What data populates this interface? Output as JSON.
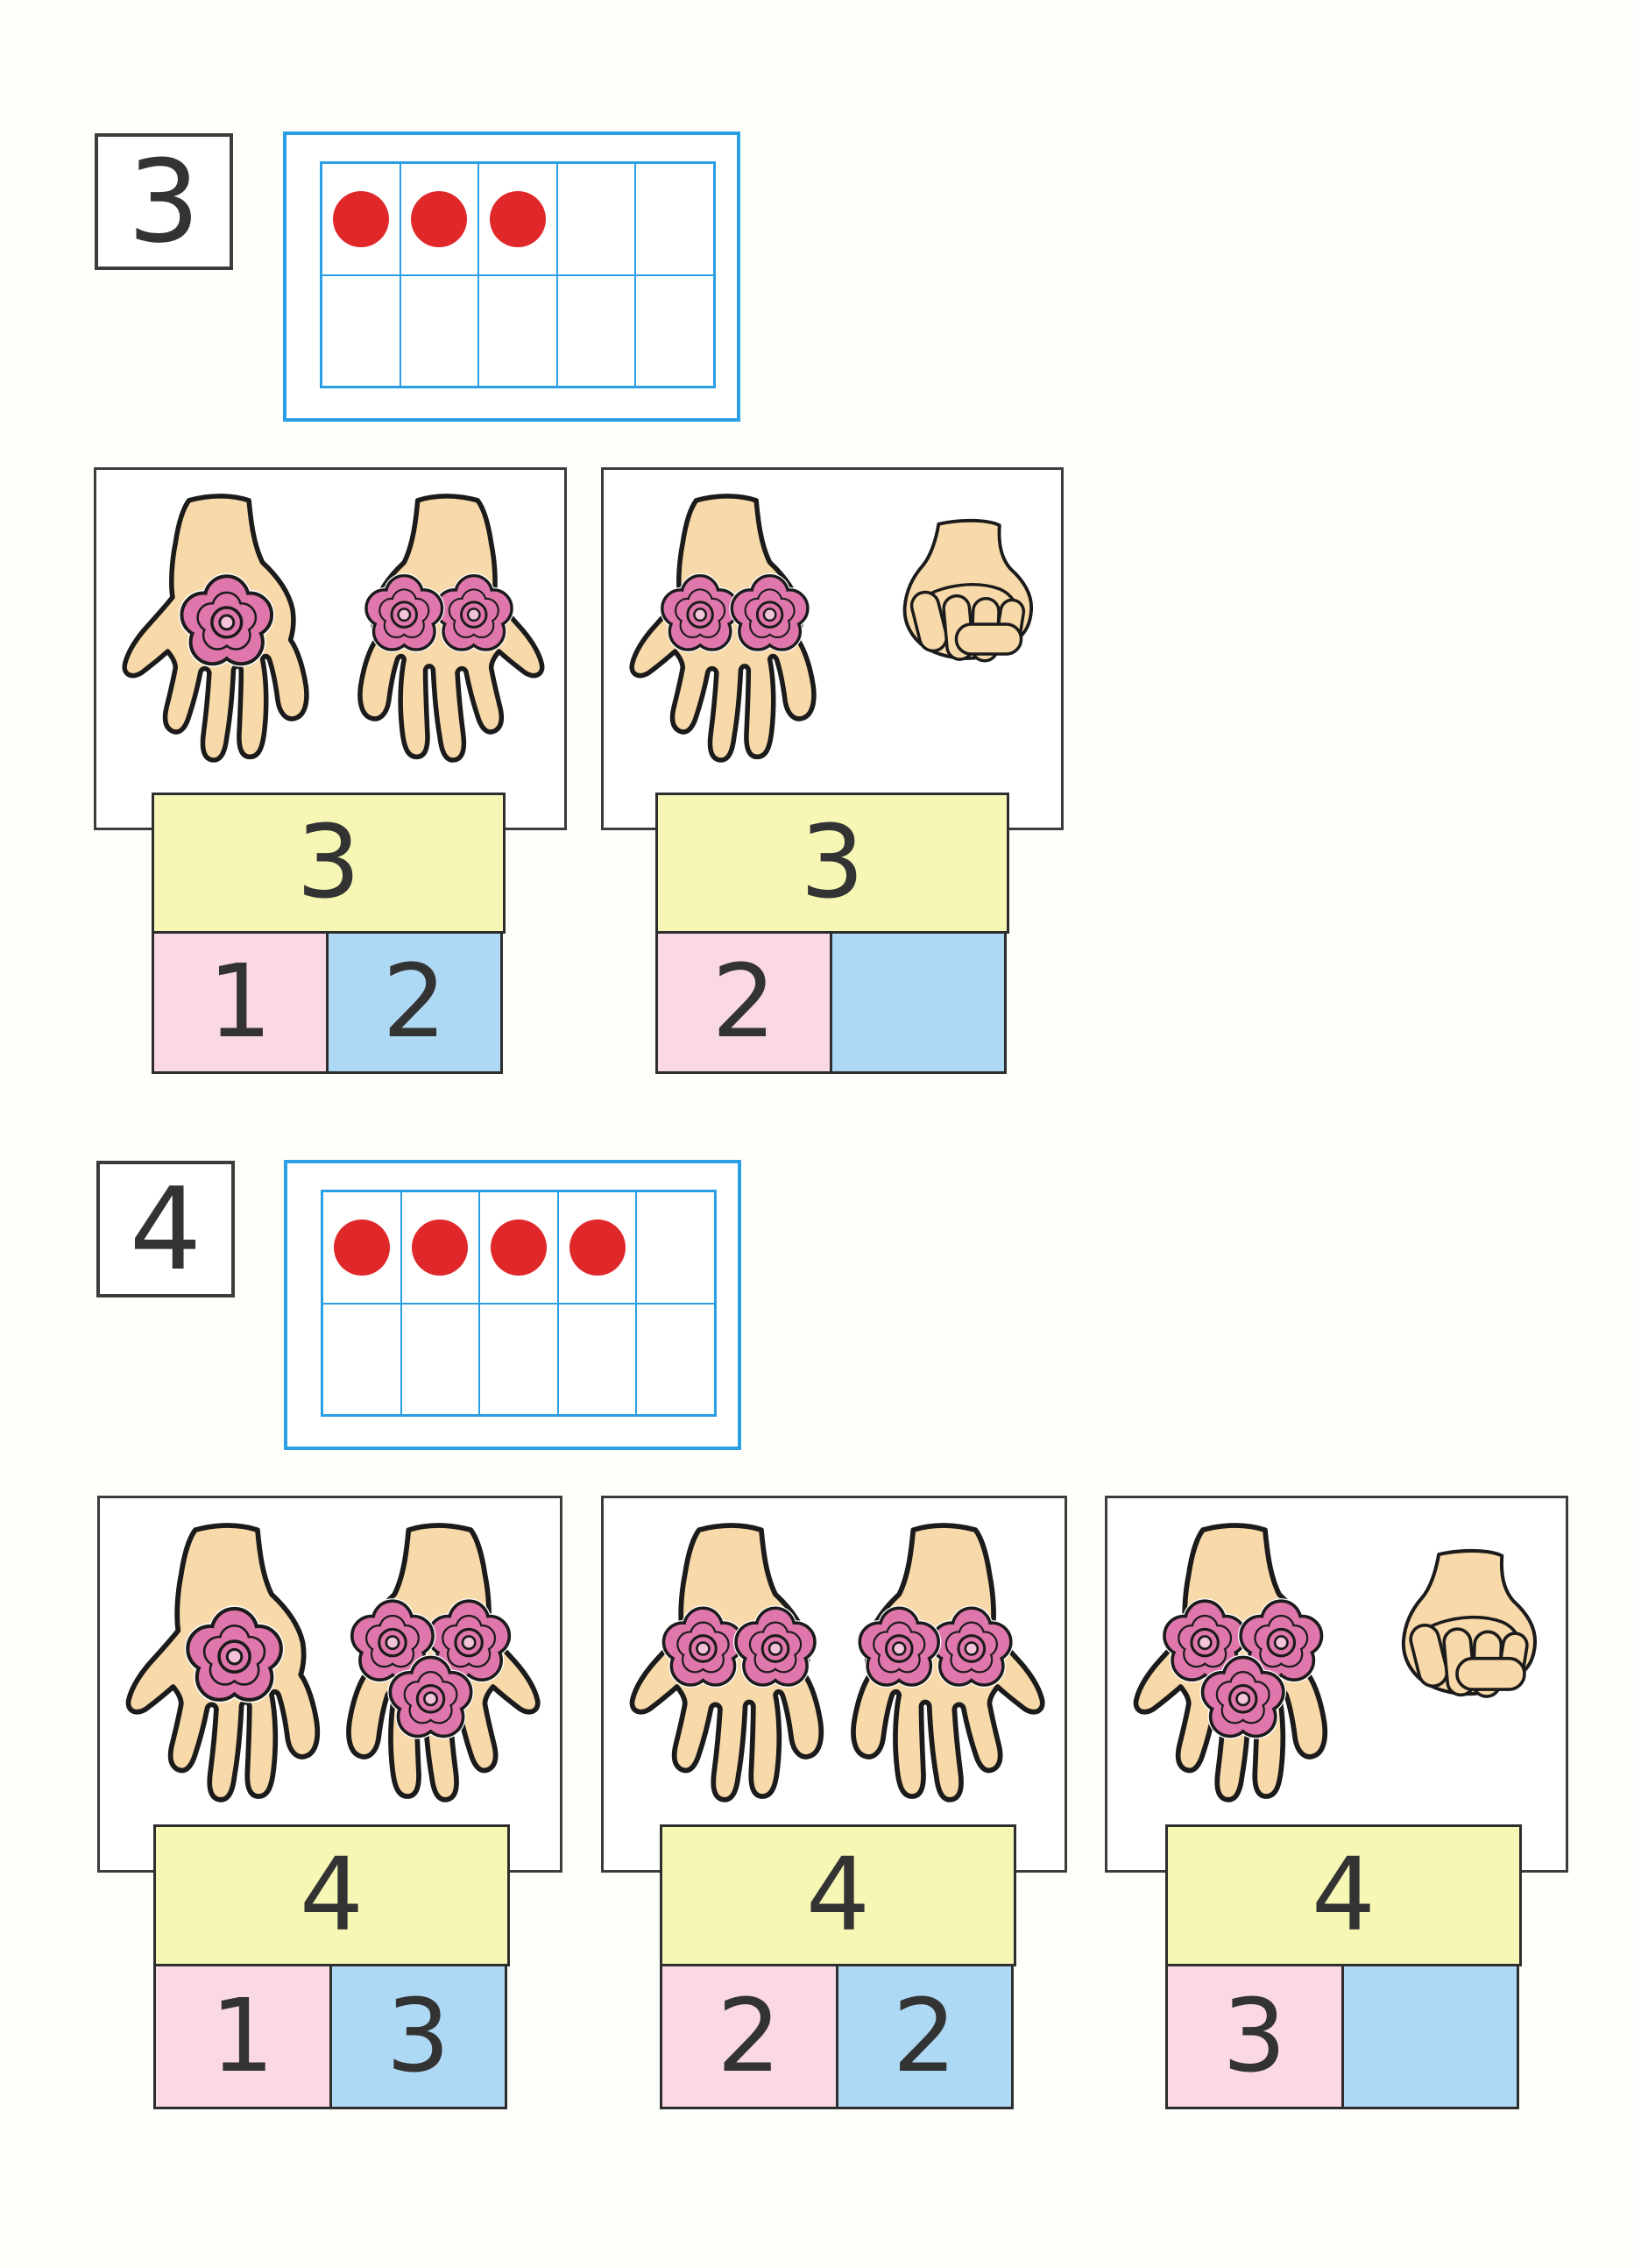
{
  "page": {
    "type": "number-bonds-worksheet"
  },
  "colors": {
    "page_bg": "#FEFEFB",
    "frame_blue": "#2B9FE4",
    "dot_red": "#E0282B",
    "bond_yellow": "#F6F7B5",
    "bond_pink": "#FBD9E4",
    "bond_blue": "#AED9F5",
    "card_border": "#3C3C3C",
    "bond_border": "#2E2E2E",
    "digit": "#333333",
    "skin": "#F8D9A9",
    "outline": "#1B1B1B",
    "flower_pink": "#E077AC",
    "flower_light": "#F4C3DB"
  },
  "sections": [
    {
      "id": "three",
      "numeral_card": {
        "value": "3"
      },
      "ten_frame": {
        "rows": 2,
        "cols": 5,
        "total_cells": 10,
        "filled_dots": 3
      },
      "cards": [
        {
          "hands": [
            {
              "type": "open",
              "flowers": 1
            },
            {
              "type": "open",
              "flowers": 2
            }
          ],
          "bond": {
            "whole": "3",
            "part_left": "1",
            "part_right": "2"
          }
        },
        {
          "hands": [
            {
              "type": "open",
              "flowers": 2
            },
            {
              "type": "fist",
              "flowers": 0
            }
          ],
          "bond": {
            "whole": "3",
            "part_left": "2",
            "part_right": ""
          }
        }
      ]
    },
    {
      "id": "four",
      "numeral_card": {
        "value": "4"
      },
      "ten_frame": {
        "rows": 2,
        "cols": 5,
        "total_cells": 10,
        "filled_dots": 4
      },
      "cards": [
        {
          "hands": [
            {
              "type": "open",
              "flowers": 1
            },
            {
              "type": "open",
              "flowers": 3
            }
          ],
          "bond": {
            "whole": "4",
            "part_left": "1",
            "part_right": "3"
          }
        },
        {
          "hands": [
            {
              "type": "open",
              "flowers": 2
            },
            {
              "type": "open",
              "flowers": 2
            }
          ],
          "bond": {
            "whole": "4",
            "part_left": "2",
            "part_right": "2"
          }
        },
        {
          "hands": [
            {
              "type": "open",
              "flowers": 3
            },
            {
              "type": "fist",
              "flowers": 0
            }
          ],
          "bond": {
            "whole": "4",
            "part_left": "3",
            "part_right": ""
          }
        }
      ]
    }
  ]
}
